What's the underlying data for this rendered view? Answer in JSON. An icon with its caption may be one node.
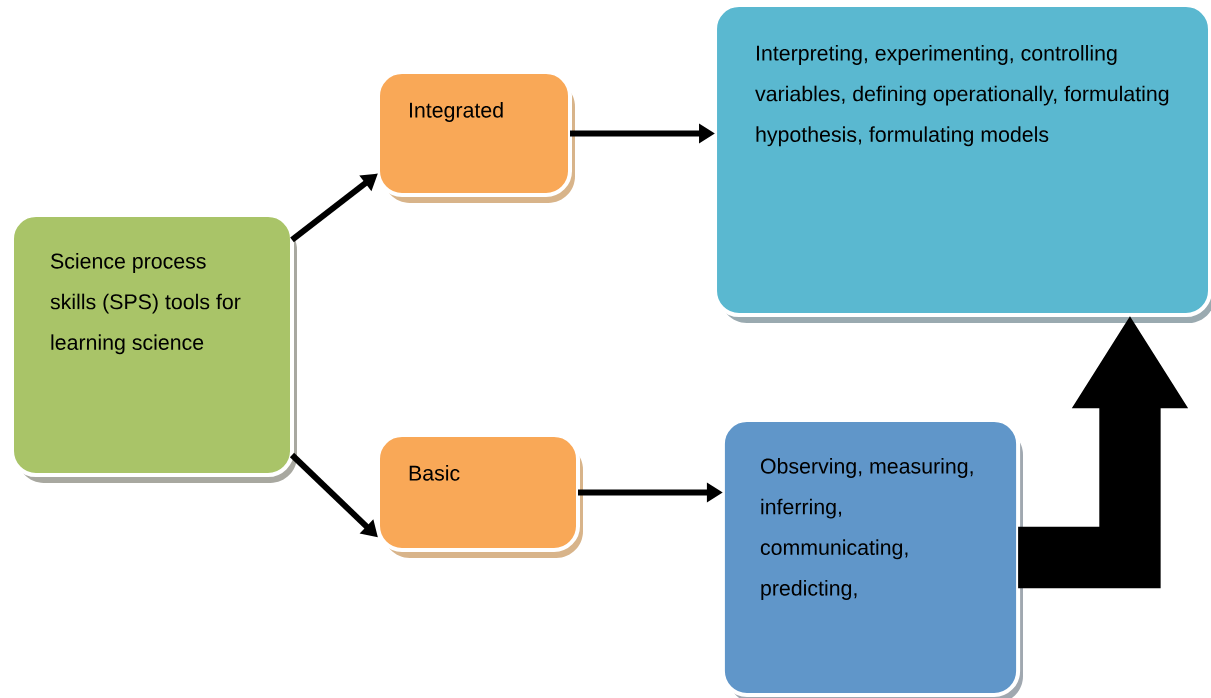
{
  "diagram": {
    "nodes": [
      {
        "text": [
          "Science process skills (SPS) tools for learning science"
        ]
      },
      {
        "text": [
          "Integrated"
        ]
      },
      {
        "text": [
          "Basic"
        ]
      },
      {
        "text": [
          "Interpreting, experimenting, controlling variables, defining operationally, formulating hypothesis, formulating models"
        ]
      },
      {
        "text": [
          "Observing, measuring, inferring, communicating, predicting,"
        ]
      }
    ],
    "edges": [
      {
        "from": 0,
        "to": 1,
        "arrow": "to"
      },
      {
        "from": 0,
        "to": 2,
        "arrow": "to"
      },
      {
        "from": 1,
        "to": 3,
        "arrow": "to"
      },
      {
        "from": 2,
        "to": 4,
        "arrow": "to"
      },
      {
        "from": 4,
        "to": 3,
        "arrow": "to",
        "style": "thick"
      }
    ]
  }
}
